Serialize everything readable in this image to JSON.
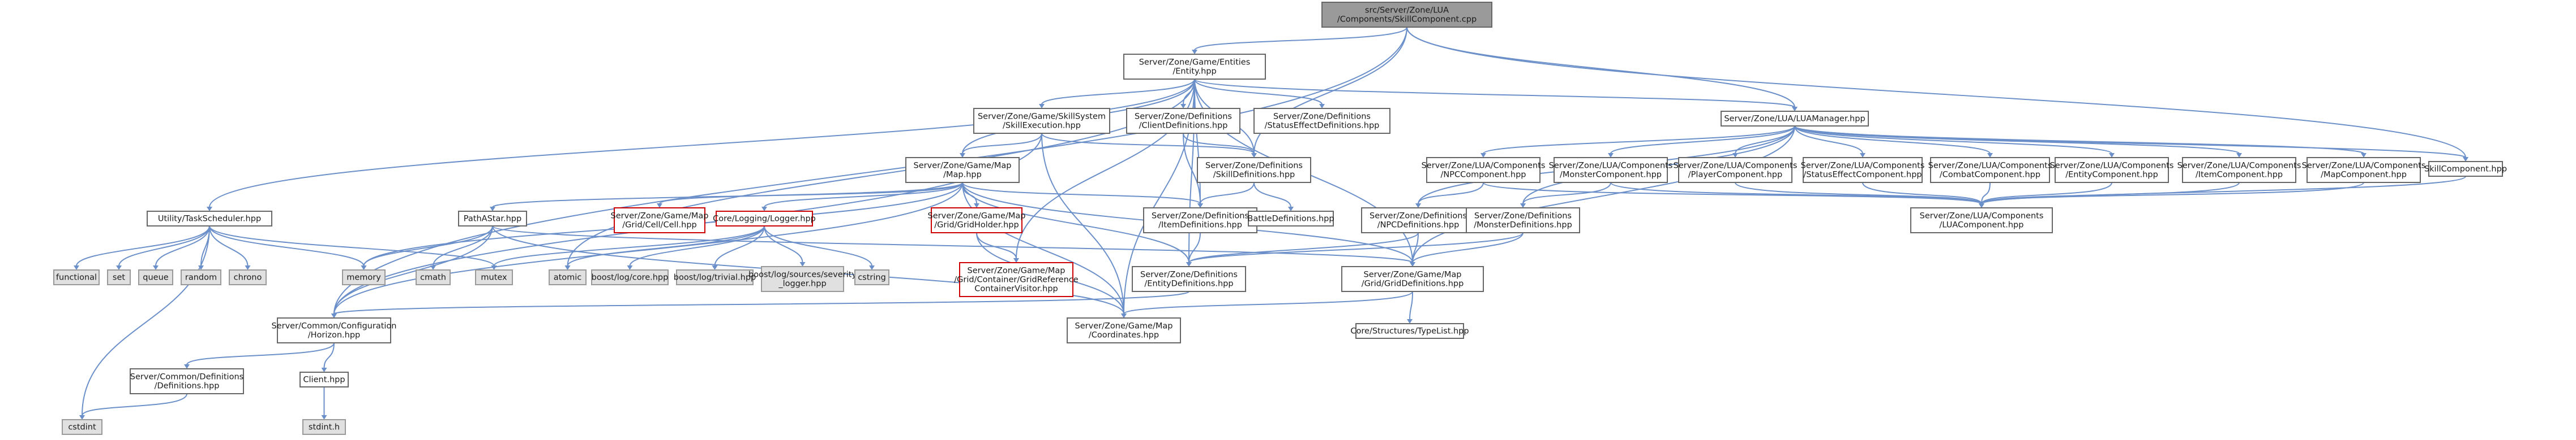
{
  "colors": {
    "edge": "#6b8fc9",
    "node_fill": "#ffffff",
    "node_border": "#666666",
    "root_fill": "#9a9a9a",
    "root_border": "#666666",
    "system_fill": "#e0e0e0",
    "system_border": "#999999",
    "missing_border": "#cc0000",
    "missing_fill": "#ffffff"
  },
  "nodes": [
    {
      "id": "root",
      "kind": "root",
      "lines": [
        "src/Server/Zone/LUA",
        "/Components/SkillComponent.cpp"
      ]
    },
    {
      "id": "entity",
      "kind": "normal",
      "lines": [
        "Server/Zone/Game/Entities",
        "/Entity.hpp"
      ]
    },
    {
      "id": "taskscheduler",
      "kind": "normal",
      "lines": [
        "Utility/TaskScheduler.hpp"
      ]
    },
    {
      "id": "skillexec",
      "kind": "normal",
      "lines": [
        "Server/Zone/Game/SkillSystem",
        "/SkillExecution.hpp"
      ]
    },
    {
      "id": "clientdefs",
      "kind": "normal",
      "lines": [
        "Server/Zone/Definitions",
        "/ClientDefinitions.hpp"
      ]
    },
    {
      "id": "statuseffectdefs",
      "kind": "normal",
      "lines": [
        "Server/Zone/Definitions",
        "/StatusEffectDefinitions.hpp"
      ]
    },
    {
      "id": "luamanager",
      "kind": "normal",
      "lines": [
        "Server/Zone/LUA/LUAManager.hpp"
      ]
    },
    {
      "id": "map",
      "kind": "normal",
      "lines": [
        "Server/Zone/Game/Map",
        "/Map.hpp"
      ]
    },
    {
      "id": "skilldefs",
      "kind": "normal",
      "lines": [
        "Server/Zone/Definitions",
        "/SkillDefinitions.hpp"
      ]
    },
    {
      "id": "npccomp",
      "kind": "normal",
      "lines": [
        "Server/Zone/LUA/Components",
        "/NPCComponent.hpp"
      ]
    },
    {
      "id": "monstercomp",
      "kind": "normal",
      "lines": [
        "Server/Zone/LUA/Components",
        "/MonsterComponent.hpp"
      ]
    },
    {
      "id": "playercomp",
      "kind": "normal",
      "lines": [
        "Server/Zone/LUA/Components",
        "/PlayerComponent.hpp"
      ]
    },
    {
      "id": "statuseffectcomp",
      "kind": "normal",
      "lines": [
        "Server/Zone/LUA/Components",
        "/StatusEffectComponent.hpp"
      ]
    },
    {
      "id": "combatcomp",
      "kind": "normal",
      "lines": [
        "Server/Zone/LUA/Components",
        "/CombatComponent.hpp"
      ]
    },
    {
      "id": "entitycomp",
      "kind": "normal",
      "lines": [
        "Server/Zone/LUA/Components",
        "/EntityComponent.hpp"
      ]
    },
    {
      "id": "itemcomp",
      "kind": "normal",
      "lines": [
        "Server/Zone/LUA/Components",
        "/ItemComponent.hpp"
      ]
    },
    {
      "id": "mapcomp",
      "kind": "normal",
      "lines": [
        "Server/Zone/LUA/Components",
        "/MapComponent.hpp"
      ]
    },
    {
      "id": "skillcomp",
      "kind": "normal",
      "lines": [
        "SkillComponent.hpp"
      ]
    },
    {
      "id": "pathastar",
      "kind": "normal",
      "lines": [
        "PathAStar.hpp"
      ]
    },
    {
      "id": "gridcell",
      "kind": "missing",
      "lines": [
        "Server/Zone/Game/Map",
        "/Grid/Cell/Cell.hpp"
      ]
    },
    {
      "id": "logger",
      "kind": "missing",
      "lines": [
        "Core/Logging/Logger.hpp"
      ]
    },
    {
      "id": "gridholder",
      "kind": "missing",
      "lines": [
        "Server/Zone/Game/Map",
        "/Grid/GridHolder.hpp"
      ]
    },
    {
      "id": "itemdefs",
      "kind": "normal",
      "lines": [
        "Server/Zone/Definitions",
        "/ItemDefinitions.hpp"
      ]
    },
    {
      "id": "battledefs",
      "kind": "normal",
      "lines": [
        "BattleDefinitions.hpp"
      ]
    },
    {
      "id": "npcdefs",
      "kind": "normal",
      "lines": [
        "Server/Zone/Definitions",
        "/NPCDefinitions.hpp"
      ]
    },
    {
      "id": "monsterdefs",
      "kind": "normal",
      "lines": [
        "Server/Zone/Definitions",
        "/MonsterDefinitions.hpp"
      ]
    },
    {
      "id": "luacomp",
      "kind": "normal",
      "lines": [
        "Server/Zone/LUA/Components",
        "/LUAComponent.hpp"
      ]
    },
    {
      "id": "functional",
      "kind": "system",
      "lines": [
        "functional"
      ]
    },
    {
      "id": "set",
      "kind": "system",
      "lines": [
        "set"
      ]
    },
    {
      "id": "queue",
      "kind": "system",
      "lines": [
        "queue"
      ]
    },
    {
      "id": "random",
      "kind": "system",
      "lines": [
        "random"
      ]
    },
    {
      "id": "chrono",
      "kind": "system",
      "lines": [
        "chrono"
      ]
    },
    {
      "id": "memory",
      "kind": "system",
      "lines": [
        "memory"
      ]
    },
    {
      "id": "cmath",
      "kind": "system",
      "lines": [
        "cmath"
      ]
    },
    {
      "id": "mutex",
      "kind": "system",
      "lines": [
        "mutex"
      ]
    },
    {
      "id": "atomic",
      "kind": "system",
      "lines": [
        "atomic"
      ]
    },
    {
      "id": "boostcore",
      "kind": "system",
      "lines": [
        "boost/log/core.hpp"
      ]
    },
    {
      "id": "boosttrivial",
      "kind": "system",
      "lines": [
        "boost/log/trivial.hpp"
      ]
    },
    {
      "id": "boostseverity",
      "kind": "system",
      "lines": [
        "boost/log/sources/severity",
        "_logger.hpp"
      ]
    },
    {
      "id": "cstring",
      "kind": "system",
      "lines": [
        "cstring"
      ]
    },
    {
      "id": "gridrefvisitor",
      "kind": "missing",
      "lines": [
        "Server/Zone/Game/Map",
        "/Grid/Container/GridReference",
        "ContainerVisitor.hpp"
      ]
    },
    {
      "id": "entitydefs",
      "kind": "normal",
      "lines": [
        "Server/Zone/Definitions",
        "/EntityDefinitions.hpp"
      ]
    },
    {
      "id": "griddefs",
      "kind": "normal",
      "lines": [
        "Server/Zone/Game/Map",
        "/Grid/GridDefinitions.hpp"
      ]
    },
    {
      "id": "horizon",
      "kind": "normal",
      "lines": [
        "Server/Common/Configuration",
        "/Horizon.hpp"
      ]
    },
    {
      "id": "coordinates",
      "kind": "normal",
      "lines": [
        "Server/Zone/Game/Map",
        "/Coordinates.hpp"
      ]
    },
    {
      "id": "typelist",
      "kind": "normal",
      "lines": [
        "Core/Structures/TypeList.hpp"
      ]
    },
    {
      "id": "commondefs",
      "kind": "normal",
      "lines": [
        "Server/Common/Definitions",
        "/Definitions.hpp"
      ]
    },
    {
      "id": "client",
      "kind": "normal",
      "lines": [
        "Client.hpp"
      ]
    },
    {
      "id": "cstdint",
      "kind": "system",
      "lines": [
        "cstdint"
      ]
    },
    {
      "id": "stdint",
      "kind": "system",
      "lines": [
        "stdint.h"
      ]
    }
  ]
}
